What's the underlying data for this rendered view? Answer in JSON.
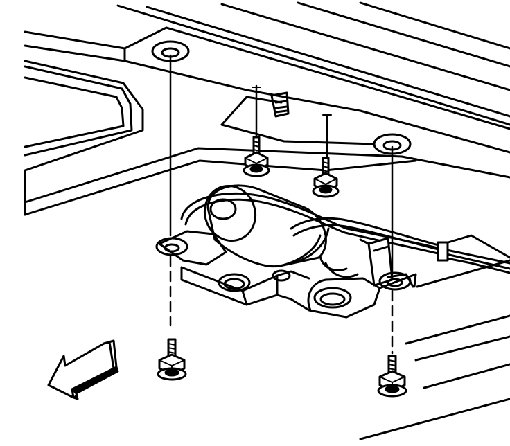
{
  "diagram": {
    "style": "black line-art exploded view",
    "colors": {
      "line": "#000000",
      "background": "#ffffff"
    },
    "parts": [
      {
        "name": "motor-assembly",
        "icon": "motor-icon"
      },
      {
        "name": "mounting-bracket",
        "icon": "bracket-icon"
      },
      {
        "name": "wiring-harness",
        "icon": "wire-icon"
      },
      {
        "name": "harness-connector",
        "icon": "connector-icon"
      },
      {
        "name": "mounting-bolts",
        "count": 4,
        "icon": "bolt-icon"
      },
      {
        "name": "retainer-screws",
        "count": 2,
        "icon": "screw-icon"
      },
      {
        "name": "direction-arrow",
        "icon": "arrow-icon"
      }
    ]
  }
}
